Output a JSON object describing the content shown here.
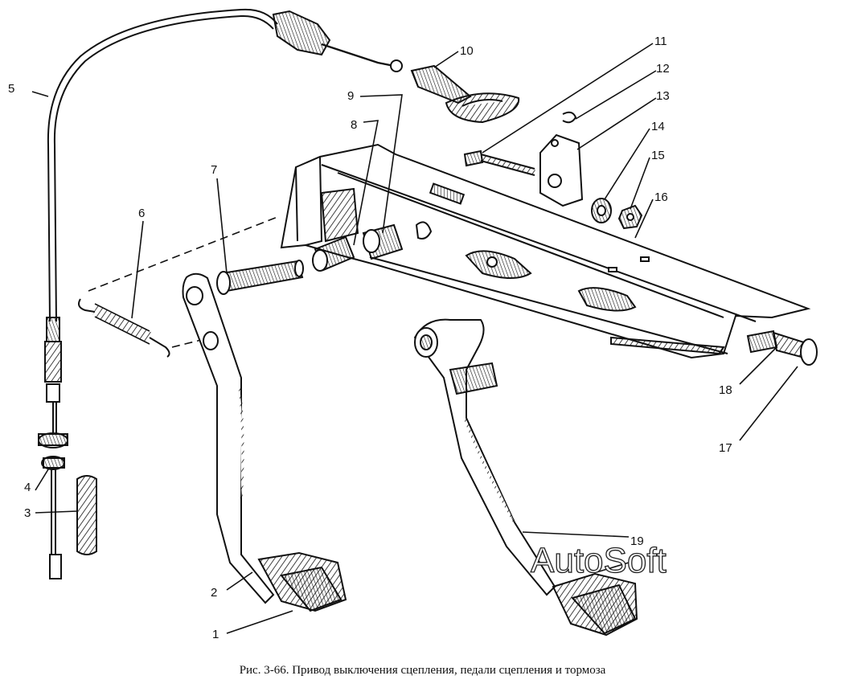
{
  "caption": "Рис. 3-66. Привод выключения сцепления, педали сцепления и тормоза",
  "watermark": "AutoSoft",
  "callouts": [
    "1",
    "2",
    "3",
    "4",
    "5",
    "6",
    "7",
    "8",
    "9",
    "10",
    "11",
    "12",
    "13",
    "14",
    "15",
    "16",
    "17",
    "18",
    "19"
  ]
}
